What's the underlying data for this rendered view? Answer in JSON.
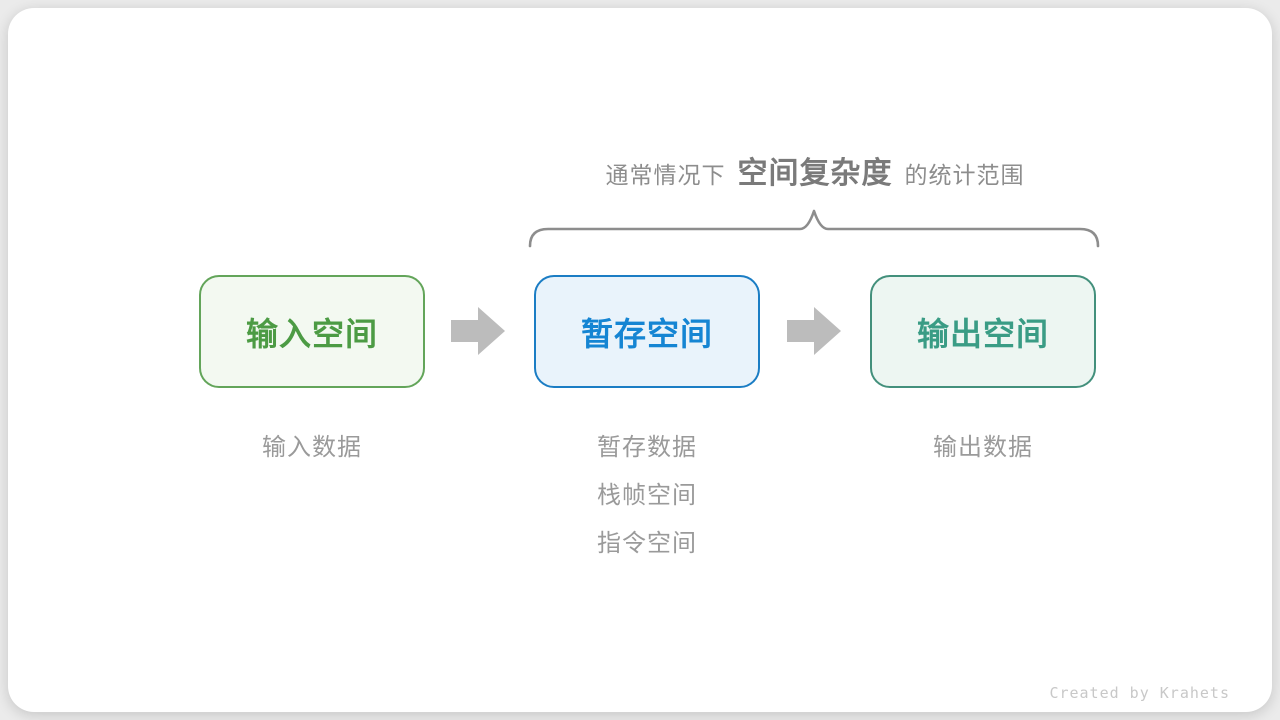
{
  "title": {
    "prefix": "通常情况下",
    "emphasis": "空间复杂度",
    "suffix": "的统计范围"
  },
  "columns": [
    {
      "box_label": "输入空间",
      "scheme": "green",
      "notes": [
        "输入数据"
      ]
    },
    {
      "box_label": "暂存空间",
      "scheme": "blue",
      "notes": [
        "暂存数据",
        "栈帧空间",
        "指令空间"
      ]
    },
    {
      "box_label": "输出空间",
      "scheme": "teal",
      "notes": [
        "输出数据"
      ]
    }
  ],
  "credit": "Created by Krahets",
  "colors": {
    "green_text": "#4c9b44",
    "green_border": "#63a55a",
    "green_bg": "#f3f9f1",
    "blue_text": "#1585d3",
    "blue_border": "#1b7dc4",
    "blue_bg": "#e9f3fb",
    "teal_text": "#3a9c85",
    "teal_border": "#43907c",
    "teal_bg": "#edf6f2",
    "arrow_gray": "#bcbcbc",
    "brace_gray": "#8d8d8d",
    "title_gray": "#8d8d8d",
    "note_gray": "#9a9a9a",
    "credit_gray": "#c8c8c8"
  }
}
